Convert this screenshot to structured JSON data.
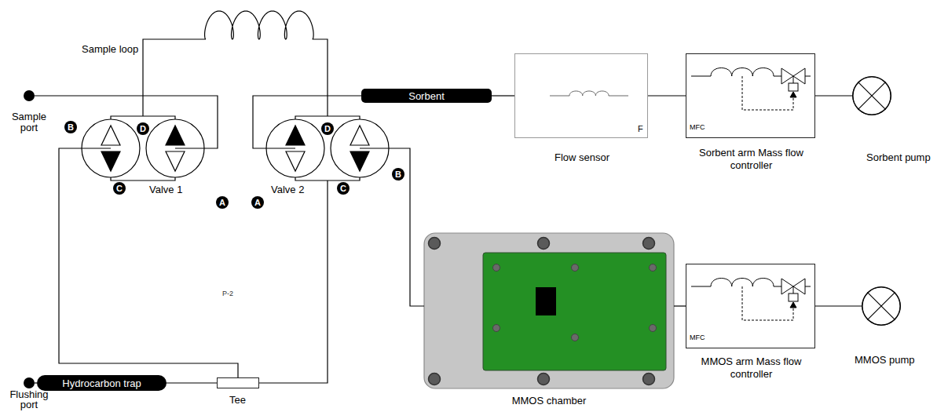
{
  "diagram": {
    "nodes": [
      {
        "text": [
          "Sample port"
        ]
      },
      {
        "text": [
          "Valve 1"
        ]
      },
      {
        "text": [
          "Valve 2"
        ]
      },
      {
        "text": [
          "Sorbent"
        ]
      },
      {
        "text": [
          "F",
          "Flow sensor"
        ]
      },
      {
        "text": [
          "MFC",
          "Sorbent arm Mass flow controller"
        ]
      },
      {
        "text": [
          "Sorbent pump"
        ]
      },
      {
        "text": [
          "MMOS chamber"
        ]
      },
      {
        "text": [
          "MFC",
          "MMOS arm Mass flow controller"
        ]
      },
      {
        "text": [
          "MMOS pump"
        ]
      },
      {
        "text": [
          "Flushing port"
        ]
      },
      {
        "text": [
          "Hydrocarbon trap"
        ]
      },
      {
        "text": [
          "Tee"
        ]
      }
    ],
    "edges": [
      {
        "from": 0,
        "to": 1,
        "arrow": "none"
      },
      {
        "from": 1,
        "to": 2,
        "arrow": "none"
      },
      {
        "from": 2,
        "to": 3,
        "arrow": "none"
      },
      {
        "from": 3,
        "to": 4,
        "arrow": "none"
      },
      {
        "from": 4,
        "to": 5,
        "arrow": "none"
      },
      {
        "from": 5,
        "to": 6,
        "arrow": "none"
      },
      {
        "from": 2,
        "to": 7,
        "arrow": "none"
      },
      {
        "from": 7,
        "to": 8,
        "arrow": "none"
      },
      {
        "from": 8,
        "to": 9,
        "arrow": "none"
      },
      {
        "from": 1,
        "to": 12,
        "arrow": "none"
      },
      {
        "from": 2,
        "to": 12,
        "arrow": "none"
      },
      {
        "from": 12,
        "to": 11,
        "arrow": "none"
      },
      {
        "from": 11,
        "to": 10,
        "arrow": "none"
      }
    ],
    "labels": [
      "Sample loop",
      "D",
      "B",
      "A",
      "C",
      "D",
      "A",
      "B",
      "C",
      "P-2"
    ]
  }
}
